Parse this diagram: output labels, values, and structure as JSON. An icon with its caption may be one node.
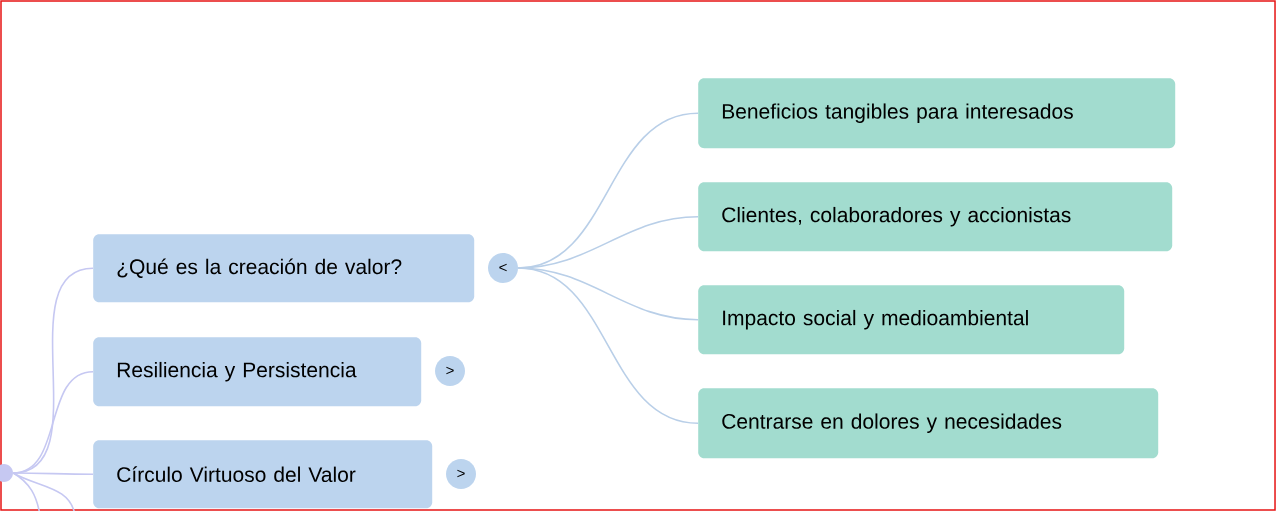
{
  "diagram": {
    "nodes": [
      {
        "text": [],
        "shape": "circle"
      },
      {
        "text": [
          "¿Qué es la creación de valor?"
        ]
      },
      {
        "text": [
          "<"
        ]
      },
      {
        "text": [
          "Resiliencia y Persistencia"
        ]
      },
      {
        "text": [
          ">"
        ]
      },
      {
        "text": [
          "Círculo Virtuoso del Valor"
        ]
      },
      {
        "text": [
          ">"
        ]
      },
      {
        "text": [
          "Beneficios tangibles para interesados"
        ]
      },
      {
        "text": [
          "Clientes, colaboradores y accionistas"
        ]
      },
      {
        "text": [
          "Impacto social y medioambiental"
        ]
      },
      {
        "text": [
          "Centrarse en dolores y necesidades"
        ]
      }
    ],
    "edges": [
      {
        "from": 0,
        "to": 1,
        "arrow": "none"
      },
      {
        "from": 0,
        "to": 3,
        "arrow": "none"
      },
      {
        "from": 0,
        "to": 5,
        "arrow": "none"
      },
      {
        "from": 0,
        "to": null,
        "arrow": "none"
      },
      {
        "from": 0,
        "to": null,
        "arrow": "none"
      },
      {
        "from": 2,
        "to": 7,
        "arrow": "none",
        "color": "#b9cfe8"
      },
      {
        "from": 2,
        "to": 8,
        "arrow": "none",
        "color": "#b9cfe8"
      },
      {
        "from": 2,
        "to": 9,
        "arrow": "none",
        "color": "#b9cfe8"
      },
      {
        "from": 2,
        "to": 10,
        "arrow": "none",
        "color": "#b9cfe8"
      }
    ]
  }
}
